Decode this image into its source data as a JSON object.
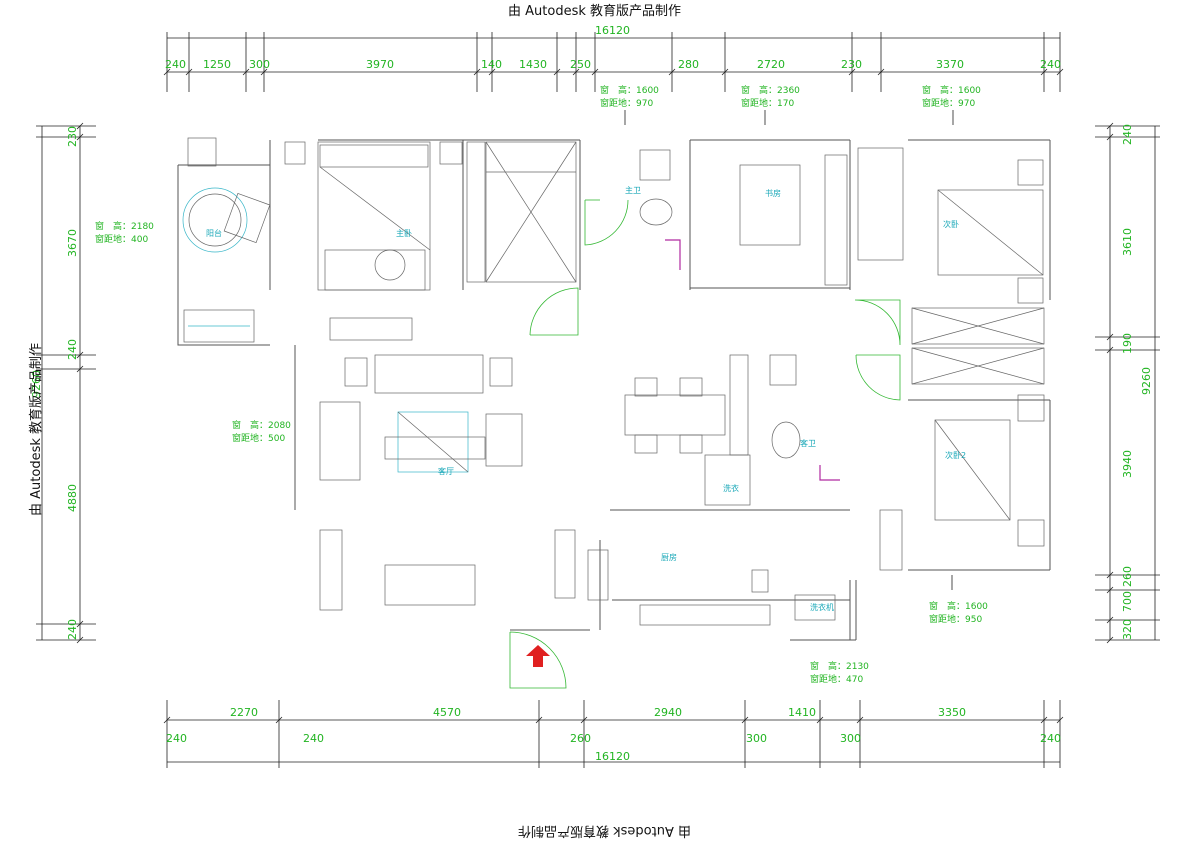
{
  "watermark": "由 Autodesk 教育版产品制作",
  "top_dims": {
    "total": "16120",
    "segments": [
      "240",
      "1250",
      "300",
      "3970",
      "140",
      "1430",
      "250",
      "280",
      "2720",
      "230",
      "3370",
      "240"
    ]
  },
  "bottom_dims": {
    "total": "16120",
    "row1": [
      "2270",
      "4570",
      "2940",
      "1410",
      "3350"
    ],
    "row2": [
      "240",
      "240",
      "260",
      "300",
      "300",
      "240"
    ]
  },
  "left_dims": {
    "total": "9260",
    "segments": [
      "230",
      "3670",
      "240",
      "4880",
      "240"
    ]
  },
  "right_dims": {
    "total": "9260",
    "segments": [
      "240",
      "3610",
      "190",
      "3940",
      "260",
      "700",
      "320"
    ]
  },
  "window_notes": [
    {
      "height": "窗　高：1600",
      "sill": "窗距地：970"
    },
    {
      "height": "窗　高：2360",
      "sill": "窗距地：170"
    },
    {
      "height": "窗　高：1600",
      "sill": "窗距地：970"
    },
    {
      "height": "窗　高：2180",
      "sill": "窗距地：400"
    },
    {
      "height": "窗　高：2080",
      "sill": "窗距地：500"
    },
    {
      "height": "窗　高：1600",
      "sill": "窗距地：950"
    },
    {
      "height": "窗　高：2130",
      "sill": "窗距地：470"
    }
  ],
  "rooms": [
    "阳台",
    "主卧",
    "主卫",
    "书房",
    "次卧",
    "客厅",
    "客卫",
    "洗衣",
    "厨房",
    "次卧2",
    "洗衣机"
  ],
  "colors": {
    "dimension": "#22b422",
    "room_label": "#1aa8b8",
    "entry_arrow": "#e02020"
  }
}
